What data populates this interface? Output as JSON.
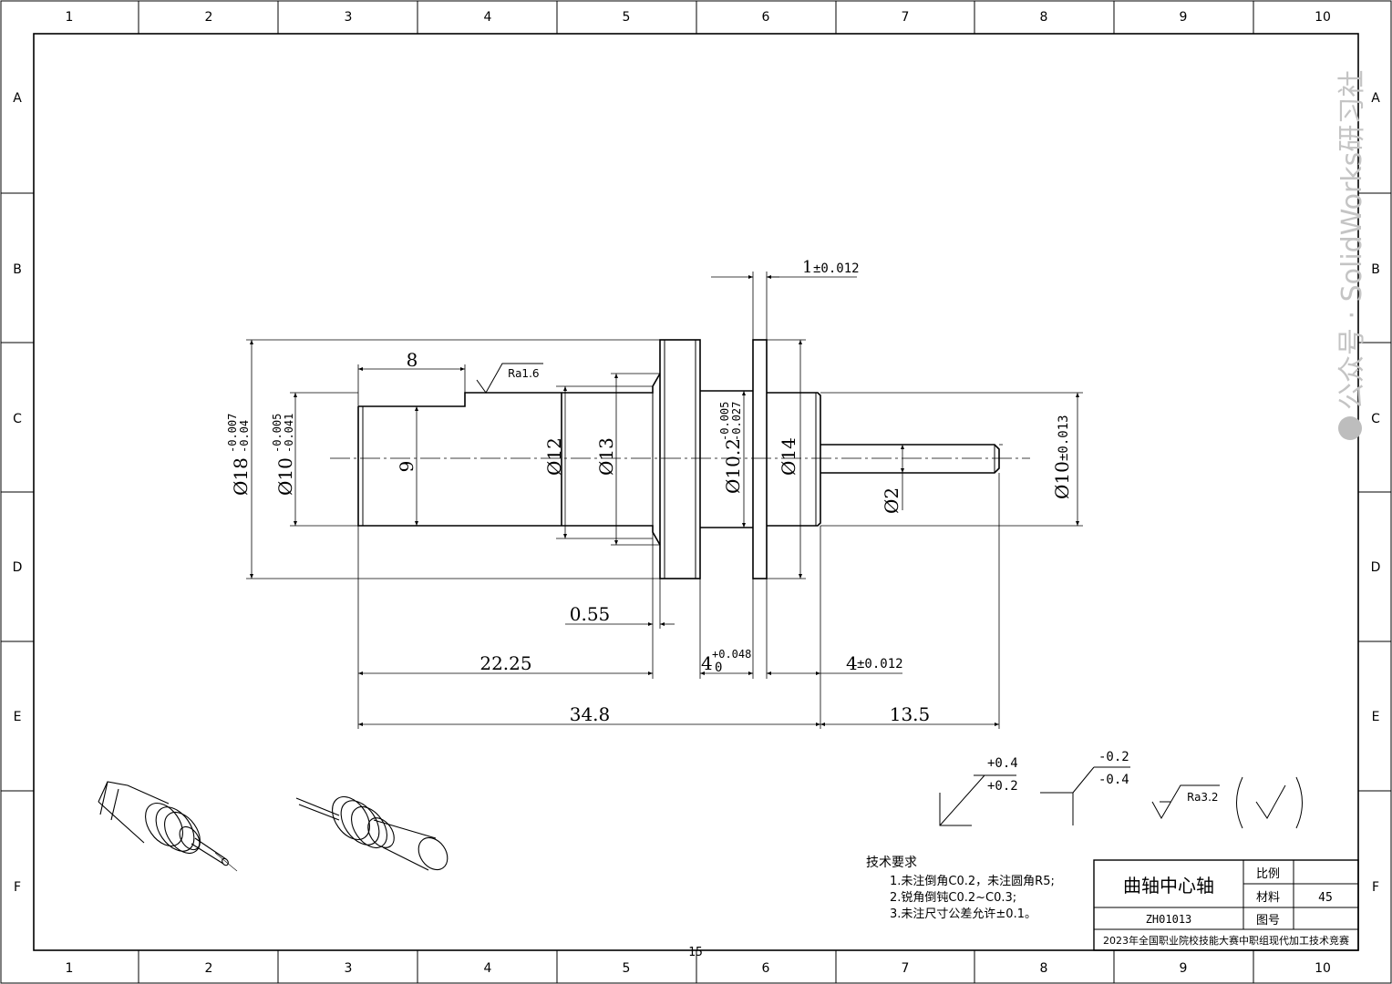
{
  "grid": {
    "columns": [
      "1",
      "2",
      "3",
      "4",
      "5",
      "6",
      "7",
      "8",
      "9",
      "10"
    ],
    "rows": [
      "A",
      "B",
      "C",
      "D",
      "E",
      "F"
    ]
  },
  "dimensions": {
    "slot_length": "8",
    "roughness_main": "Ra1.6",
    "gap": "1",
    "gap_tol": "±0.012",
    "dia18": "Ø18",
    "dia18_upper": "-0.007",
    "dia18_lower": "-0.04",
    "dia10_left": "Ø10",
    "dia10_left_upper": "-0.005",
    "dia10_left_lower": "-0.041",
    "flat_9": "9",
    "dia12": "Ø12",
    "dia13": "Ø13",
    "dia10_2": "Ø10.2",
    "dia10_2_upper": "-0.005",
    "dia10_2_lower": "-0.027",
    "dia14": "Ø14",
    "dia2": "Ø2",
    "dia10_right": "Ø10",
    "dia10_right_tol": "±0.013",
    "len_055": "0.55",
    "len_2225": "22.25",
    "len_4a": "4",
    "len_4a_upper": "+0.048",
    "len_4a_lower": "0",
    "len_4b": "4",
    "len_4b_tol": "±0.012",
    "len_348": "34.8",
    "len_135": "13.5"
  },
  "symbols": {
    "tol_a_upper": "+0.4",
    "tol_a_lower": "+0.2",
    "tol_b_upper": "-0.2",
    "tol_b_lower": "-0.4",
    "roughness_general": "Ra3.2"
  },
  "notes": {
    "title": "技术要求",
    "items": [
      "1.未注倒角C0.2，未注圆角R5;",
      "2.锐角倒钝C0.2~C0.3;",
      "3.未注尺寸公差允许±0.1。"
    ]
  },
  "title_block": {
    "part_name": "曲轴中心轴",
    "part_no": "ZH01013",
    "scale_label": "比例",
    "scale_value": "",
    "material_label": "材料",
    "material_value": "45",
    "drawing_no_label": "图号",
    "drawing_no_value": "",
    "footer": "2023年全国职业院校技能大赛中职组现代加工技术竞赛"
  },
  "page_number": "15",
  "watermark": "公众号 · SolidWorks研习社"
}
